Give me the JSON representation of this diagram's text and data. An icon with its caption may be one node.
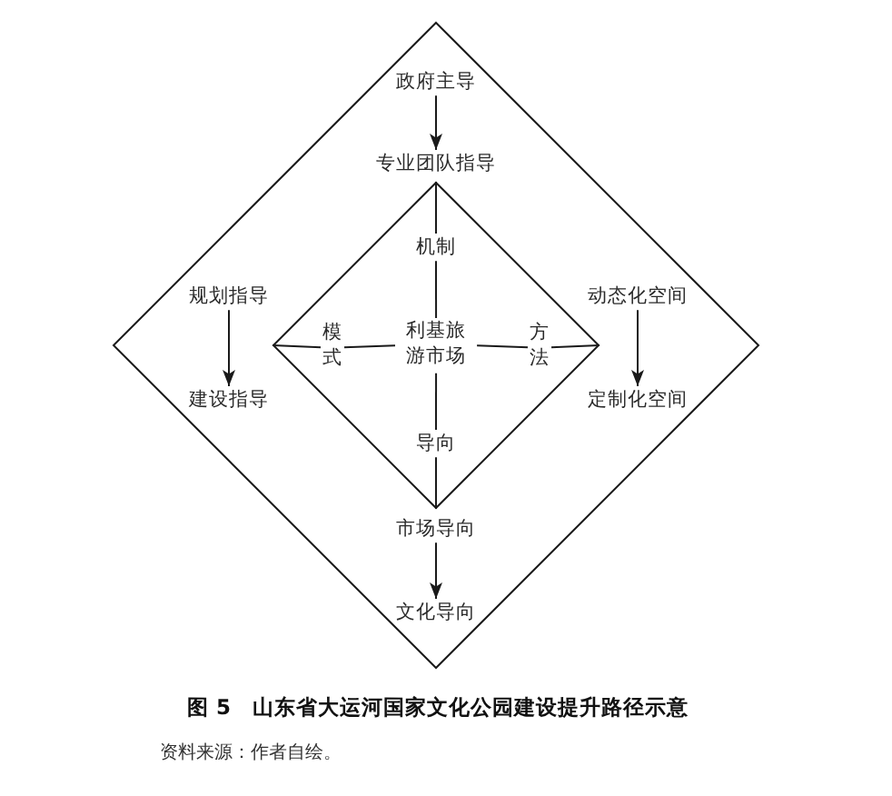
{
  "diagram": {
    "caption": "图 5　山东省大运河国家文化公园建设提升路径示意",
    "nodes": [
      {
        "text": [],
        "shape": "diamond"
      },
      {
        "text": [
          "政府主导"
        ],
        "in": 0
      },
      {
        "text": [
          "专业团队指导"
        ],
        "in": 0
      },
      {
        "text": [],
        "shape": "diamond",
        "in": 0
      },
      {
        "text": [
          "机制"
        ],
        "in": 3
      },
      {
        "text": [
          "规划指导"
        ],
        "in": 0
      },
      {
        "text": [
          "动态化空间"
        ],
        "in": 0
      },
      {
        "text": [
          "模式"
        ],
        "in": 3
      },
      {
        "text": [
          "利基旅游市场"
        ],
        "in": 3
      },
      {
        "text": [
          "方法"
        ],
        "in": 3
      },
      {
        "text": [
          "建设指导"
        ],
        "in": 0
      },
      {
        "text": [
          "定制化空间"
        ],
        "in": 0
      },
      {
        "text": [
          "导向"
        ],
        "in": 3
      },
      {
        "text": [
          "市场导向"
        ],
        "in": 0
      },
      {
        "text": [
          "文化导向"
        ],
        "in": 0
      }
    ],
    "edges": [
      {
        "from": 1,
        "to": 2,
        "arrow": "to"
      },
      {
        "from": 5,
        "to": 10,
        "arrow": "to"
      },
      {
        "from": 6,
        "to": 11,
        "arrow": "to"
      },
      {
        "from": 13,
        "to": 14,
        "arrow": "to"
      },
      {
        "from": 4,
        "to": 8,
        "arrow": "none"
      },
      {
        "from": 7,
        "to": 8,
        "arrow": "none"
      },
      {
        "from": 8,
        "to": 9,
        "arrow": "none"
      },
      {
        "from": 8,
        "to": 12,
        "arrow": "none"
      },
      {
        "from": 3,
        "to": 4,
        "arrow": "none"
      },
      {
        "from": 3,
        "to": 7,
        "arrow": "none"
      },
      {
        "from": 9,
        "to": 3,
        "arrow": "none"
      },
      {
        "from": 12,
        "to": 3,
        "arrow": "none"
      }
    ],
    "labels": [
      "资料来源：作者自绘。"
    ]
  }
}
